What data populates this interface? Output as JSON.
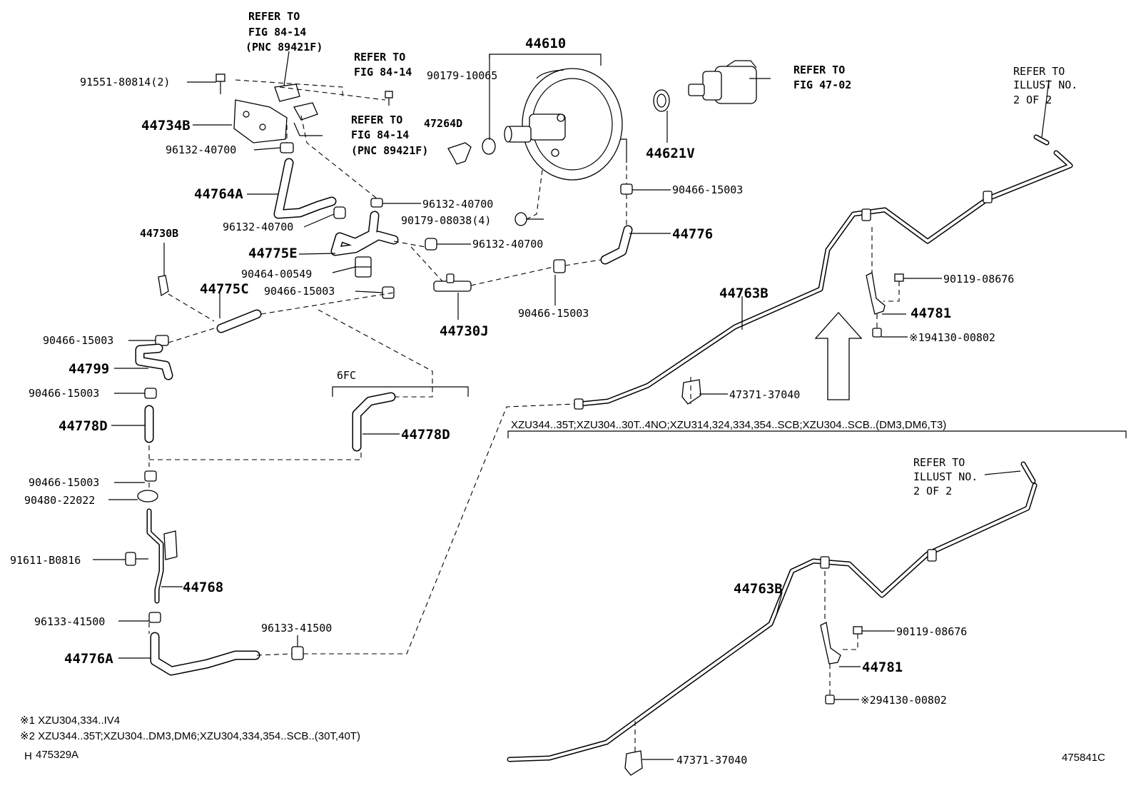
{
  "labels": {
    "refer_84_14_pnc_a": [
      "REFER TO",
      "FIG 84-14",
      "(PNC 89421F)"
    ],
    "refer_84_14": [
      "REFER TO",
      "FIG 84-14"
    ],
    "refer_84_14_pnc_b": [
      "REFER TO",
      "FIG 84-14",
      "(PNC 89421F)"
    ],
    "refer_47_02": [
      "REFER TO",
      "FIG 47-02"
    ],
    "refer_illust_top": [
      "REFER TO",
      "ILLUST NO.",
      "2 OF 2"
    ],
    "refer_illust_bottom": [
      "REFER TO",
      "ILLUST NO.",
      "2 OF 2"
    ],
    "p44610": "44610",
    "p90179_10065": "90179-10065",
    "p47264D": "47264D",
    "p44621V": "44621V",
    "p91551": "91551-80814(2)",
    "p44734B": "44734B",
    "p96132_a": "96132-40700",
    "p44764A": "44764A",
    "p96132_b": "96132-40700",
    "p96132_c": "96132-40700",
    "p90179_08038": "90179-08038(4)",
    "p96132_d": "96132-40700",
    "p90466_a": "90466-15003",
    "p44776": "44776",
    "p44730B": "44730B",
    "p44775E": "44775E",
    "p90464": "90464-00549",
    "p90466_b": "90466-15003",
    "p44775C": "44775C",
    "p44730J": "44730J",
    "p90466_c": "90466-15003",
    "p90466_d": "90466-15003",
    "p44799": "44799",
    "p90466_e": "90466-15003",
    "p44778D_a": "44778D",
    "p6FC": "6FC",
    "p44778D_b": "44778D",
    "p90466_f": "90466-15003",
    "p90480": "90480-22022",
    "p91611": "91611-B0816",
    "p44768": "44768",
    "p96133_a": "96133-41500",
    "p96133_b": "96133-41500",
    "p44776A": "44776A",
    "p44763B_top": "44763B",
    "p90119_top": "90119-08676",
    "p44781_top": "44781",
    "p194130": "※194130-00802",
    "p47371_top": "47371-37040",
    "variant_header": "XZU344..35T;XZU304..30T..4NO;XZU314,324,334,354..SCB;XZU304..SCB..(DM3,DM6,T3)",
    "p44763B_bottom": "44763B",
    "p90119_bottom": "90119-08676",
    "p44781_bottom": "44781",
    "p294130": "※294130-00802",
    "p47371_bottom": "47371-37040"
  },
  "footnotes": {
    "note1": "※1 XZU304,334..IV4",
    "note2": "※2 XZU344..35T;XZU304..DM3,DM6;XZU304,334,354..SCB..(30T,40T)",
    "illustration_id": "475329A",
    "illustration_prefix": "H",
    "figure_code": "475841C"
  }
}
